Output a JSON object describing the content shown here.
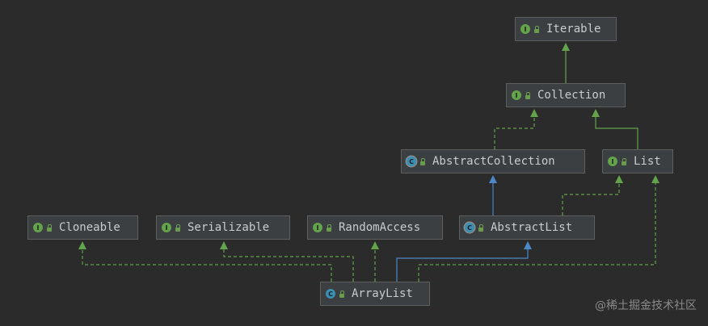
{
  "nodes": [
    {
      "id": "iterable",
      "label": "Iterable",
      "kind": "interface",
      "kind_letter": "I"
    },
    {
      "id": "collection",
      "label": "Collection",
      "kind": "interface",
      "kind_letter": "I"
    },
    {
      "id": "abstract_collection",
      "label": "AbstractCollection",
      "kind": "abstract-class",
      "kind_letter": "C"
    },
    {
      "id": "list",
      "label": "List",
      "kind": "interface",
      "kind_letter": "I"
    },
    {
      "id": "cloneable",
      "label": "Cloneable",
      "kind": "interface",
      "kind_letter": "I"
    },
    {
      "id": "serializable",
      "label": "Serializable",
      "kind": "interface",
      "kind_letter": "I"
    },
    {
      "id": "random_access",
      "label": "RandomAccess",
      "kind": "interface",
      "kind_letter": "I"
    },
    {
      "id": "abstract_list",
      "label": "AbstractList",
      "kind": "abstract-class",
      "kind_letter": "C"
    },
    {
      "id": "array_list",
      "label": "ArrayList",
      "kind": "class",
      "kind_letter": "C"
    }
  ],
  "edges": [
    {
      "from": "collection",
      "to": "iterable",
      "relation": "extends"
    },
    {
      "from": "abstract_collection",
      "to": "collection",
      "relation": "implements"
    },
    {
      "from": "list",
      "to": "collection",
      "relation": "extends"
    },
    {
      "from": "abstract_list",
      "to": "abstract_collection",
      "relation": "extends-class"
    },
    {
      "from": "abstract_list",
      "to": "list",
      "relation": "implements"
    },
    {
      "from": "array_list",
      "to": "cloneable",
      "relation": "implements"
    },
    {
      "from": "array_list",
      "to": "serializable",
      "relation": "implements"
    },
    {
      "from": "array_list",
      "to": "random_access",
      "relation": "implements"
    },
    {
      "from": "array_list",
      "to": "abstract_list",
      "relation": "extends-class"
    },
    {
      "from": "array_list",
      "to": "list",
      "relation": "implements"
    }
  ],
  "colors": {
    "background": "#2b2b2b",
    "interface_edge": "#62a34b",
    "class_edge": "#4a88c7",
    "interface_badge": "#62a34b",
    "class_badge": "#3a8fb5"
  },
  "icons": {
    "interface": "interface-badge-icon",
    "class": "class-badge-icon",
    "visibility": "lock-icon"
  },
  "watermark": "@稀土掘金技术社区"
}
